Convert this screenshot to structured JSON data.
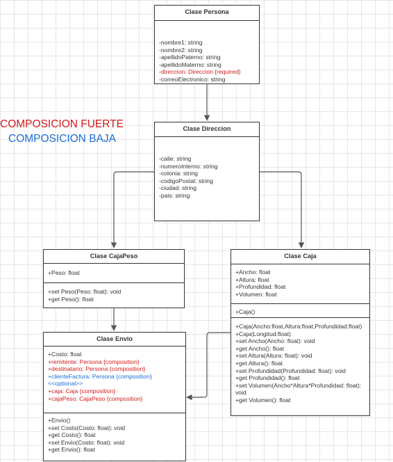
{
  "legend": {
    "strong": {
      "label": "COMPOSICION FUERTE",
      "color": "#d41a1a"
    },
    "weak": {
      "label": "COMPOSICION BAJA",
      "color": "#1a6ed4"
    }
  },
  "persona": {
    "title": "Clase Persona",
    "attributes": [
      {
        "text": "-nombre1: string",
        "color": ""
      },
      {
        "text": " -nombre2: string",
        "color": ""
      },
      {
        "text": " -apellidoPaterno: string",
        "color": ""
      },
      {
        "text": " -apellidoMaterno: string",
        "color": ""
      },
      {
        "text": " -direccion: Direccion {required}",
        "color": "red"
      },
      {
        "text": " -correoElectronico: string",
        "color": ""
      }
    ]
  },
  "direccion": {
    "title": "Clase Direccion",
    "attributes": [
      {
        "text": "-calle: string",
        "color": ""
      },
      {
        "text": " -numeroInterno: string",
        "color": ""
      },
      {
        "text": " -colonia: string",
        "color": ""
      },
      {
        "text": " -codigoPostal: string",
        "color": ""
      },
      {
        "text": " -ciudad: string",
        "color": ""
      },
      {
        "text": " -pais: string",
        "color": ""
      }
    ]
  },
  "cajapeso": {
    "title": "Clase CajaPeso",
    "attributes": [
      {
        "text": "+Peso: float",
        "color": ""
      }
    ],
    "methods": [
      {
        "text": " +set Peso(Peso: float): void",
        "color": ""
      },
      {
        "text": " +get Peso(): float",
        "color": ""
      }
    ]
  },
  "caja": {
    "title": "Clase Caja",
    "attributes": [
      {
        "text": "+Ancho: float",
        "color": ""
      },
      {
        "text": " +Altura: float",
        "color": ""
      },
      {
        "text": " +Profundidad: float",
        "color": ""
      },
      {
        "text": " +Volumen: float",
        "color": ""
      }
    ],
    "constructors": [
      {
        "text": "+Caja()",
        "color": ""
      }
    ],
    "methods": [
      {
        "text": "+Caja(Ancho:float,Altura:float,Profundidad:float)",
        "color": ""
      },
      {
        "text": " +Caja(Longitud:float)",
        "color": ""
      },
      {
        "text": " +set Ancho(Ancho: float): void",
        "color": ""
      },
      {
        "text": " +get Ancho(): float",
        "color": ""
      },
      {
        "text": " +set Altura(Altura: float): void",
        "color": ""
      },
      {
        "text": " +get Altura(): float",
        "color": ""
      },
      {
        "text": " +set Profundidad(Profundidad: float): void",
        "color": ""
      },
      {
        "text": " +get Profundidad(): float",
        "color": ""
      },
      {
        "text": " +set Volumen(Ancho*Altura*Profundidad: float):",
        "color": ""
      },
      {
        "text": "void",
        "color": ""
      },
      {
        "text": " +get Volumen(): float",
        "color": ""
      }
    ]
  },
  "envio": {
    "title": "Clase Envio",
    "attributes": [
      {
        "text": "+Costo: float",
        "color": ""
      },
      {
        "text": " +remitente: Persona {composition}",
        "color": "red"
      },
      {
        "text": " +destinatario: Persona {composition}",
        "color": "red"
      },
      {
        "text": " +clienteFactura: Persona {composition}",
        "color": "blue"
      },
      {
        "text": "<<optional>>",
        "color": "blue"
      },
      {
        "text": " +caja: Caja {composition}",
        "color": "red"
      },
      {
        "text": " +cajaPeso: CajaPeso {composition}",
        "color": "red"
      }
    ],
    "methods": [
      {
        "text": "+Envio()",
        "color": ""
      },
      {
        "text": " +set Costo(Costo: float): void",
        "color": ""
      },
      {
        "text": " +get Costo(): float",
        "color": ""
      },
      {
        "text": " +set Envio(Costo: float): void",
        "color": ""
      },
      {
        "text": " +get Envio(): float",
        "color": ""
      }
    ]
  }
}
